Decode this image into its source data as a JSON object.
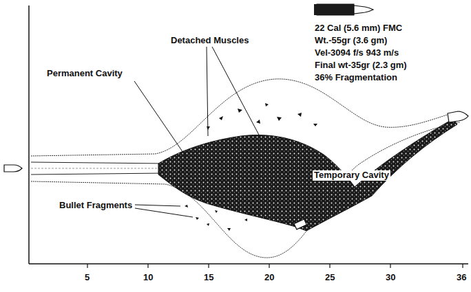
{
  "diagram": {
    "labels": [
      "22 Cal (5.6 mm) FMC",
      "Wt.-55gr (3.6 gm)",
      "Vel-3094 f/s 943 m/s",
      "Final wt-35gr (2.3 gm)",
      "36% Fragmentation",
      "Detached Muscles",
      "Permanent Cavity",
      "Bullet Fragments",
      "Temporary Cavity",
      "5",
      "10",
      "15",
      "20",
      "25",
      "30",
      "36"
    ]
  }
}
